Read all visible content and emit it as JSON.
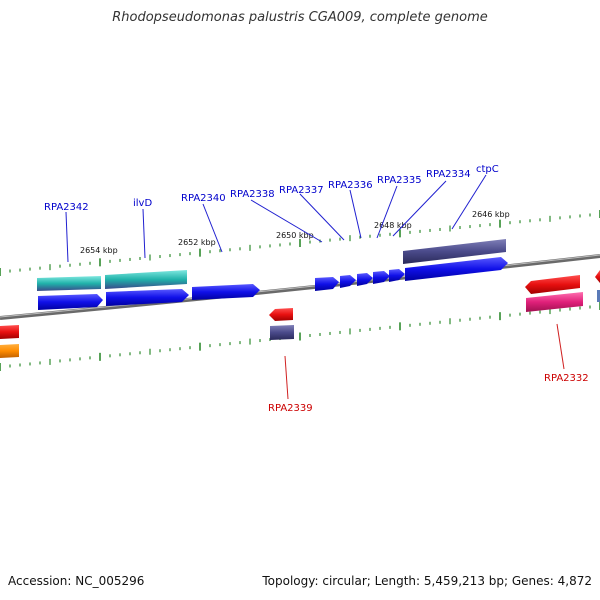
{
  "header": {
    "title": "Rhodopseudomonas palustris CGA009, complete genome"
  },
  "footer": {
    "accession": "Accession: NC_005296",
    "stats": "Topology: circular; Length: 5,459,213 bp; Genes: 4,872"
  },
  "colors": {
    "backbone": "#7a7a7a",
    "tick": "#2e8b2e",
    "cds_forward": "#1010e8",
    "cds_reverse": "#e81010",
    "teal": "#20b2aa",
    "slate": "#4a4a8a",
    "magenta": "#e0207a",
    "orange": "#ff8c00",
    "label_forward": "#0000cc",
    "label_reverse": "#cc0000"
  },
  "kbp_labels": [
    "2654 kbp",
    "2652 kbp",
    "2650 kbp",
    "2648 kbp",
    "2646 kbp"
  ],
  "gene_labels": {
    "forward": [
      "RPA2342",
      "ilvD",
      "RPA2340",
      "RPA2338",
      "RPA2337",
      "RPA2336",
      "RPA2335",
      "RPA2334",
      "ctpC"
    ],
    "reverse": [
      "RPA2339",
      "RPA2332"
    ]
  }
}
